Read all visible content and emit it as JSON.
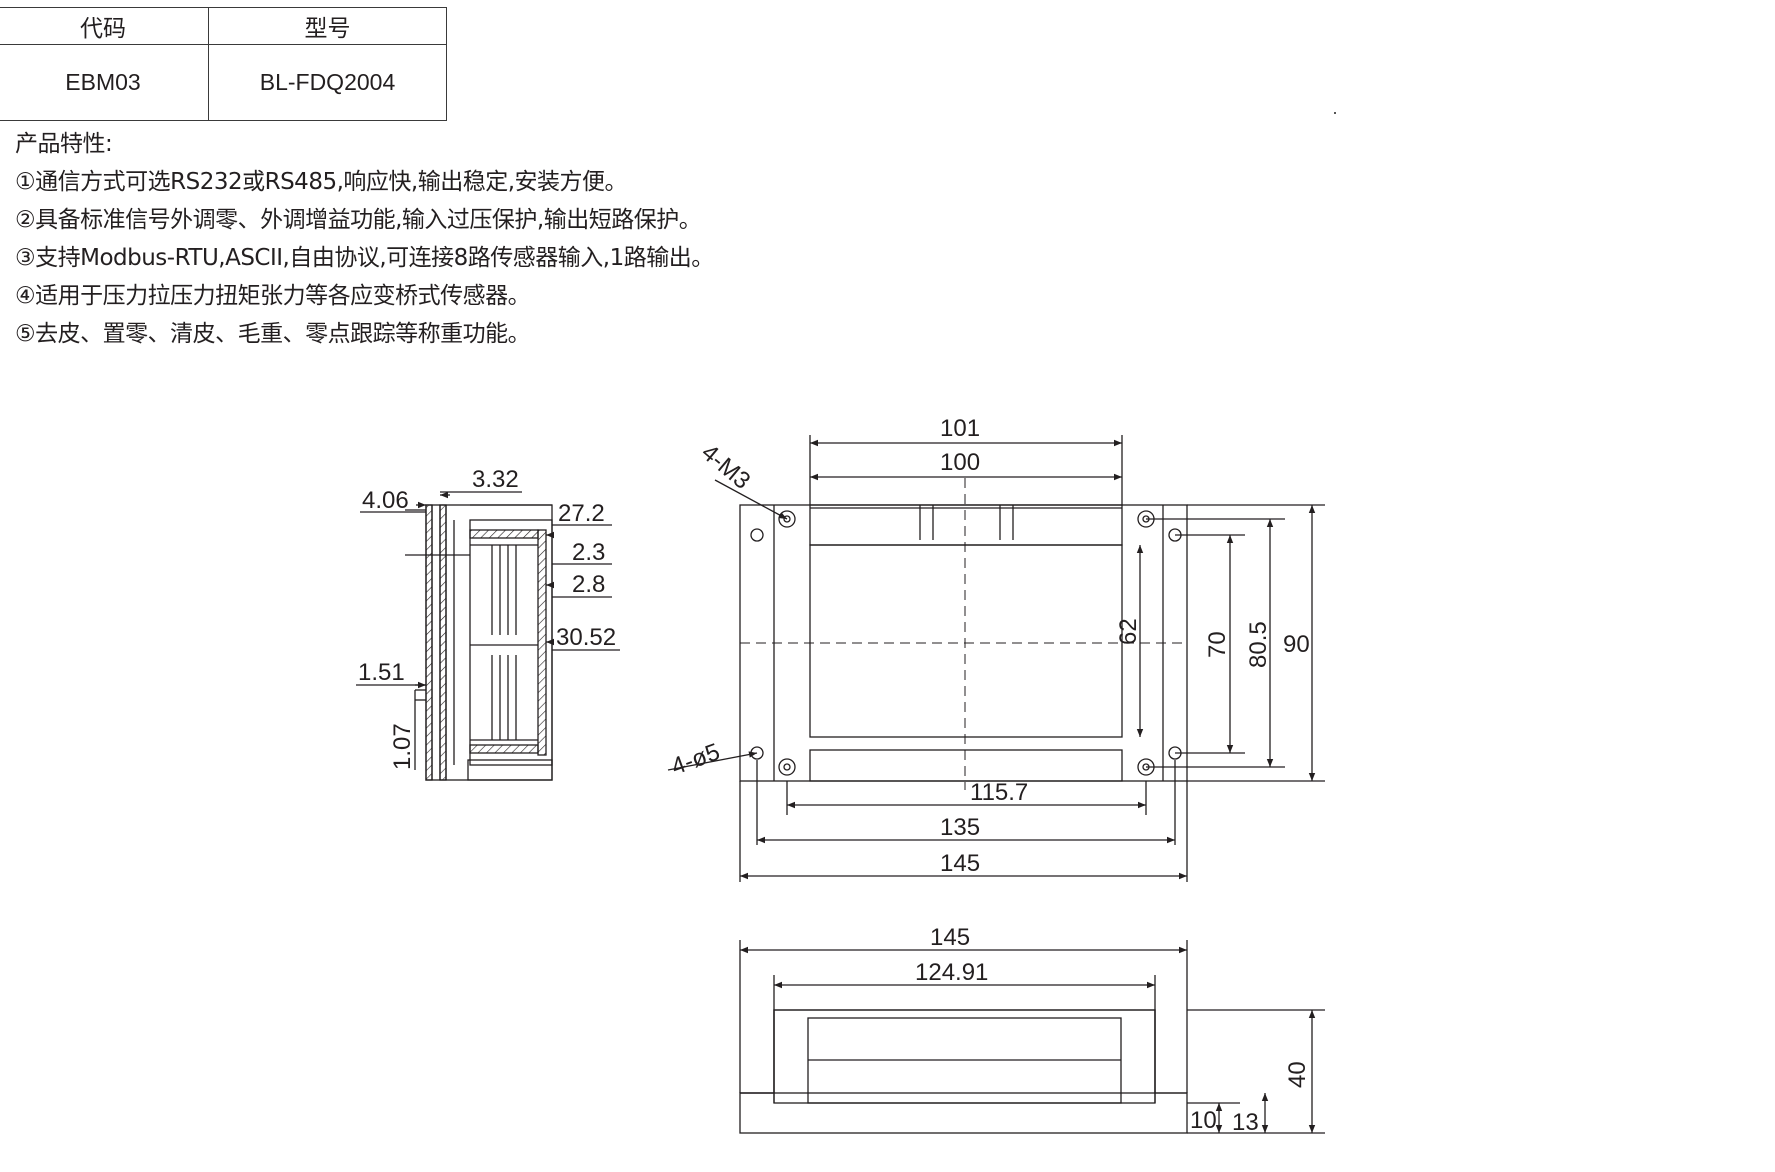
{
  "table": {
    "headers": [
      "代码",
      "型号"
    ],
    "rows": [
      [
        "EBM03",
        "BL-FDQ2004"
      ]
    ]
  },
  "features": {
    "title": "产品特性:",
    "items": [
      "①通信方式可选RS232或RS485,响应快,输出稳定,安装方便。",
      "②具备标准信号外调零、外调增益功能,输入过压保护,输出短路保护。",
      "③支持Modbus-RTU,ASCII,自由协议,可连接8路传感器输入,1路输出。",
      "④适用于压力拉压力扭矩张力等各应变桥式传感器。",
      "⑤去皮、置零、清皮、毛重、零点跟踪等称重功能。"
    ]
  },
  "side_view": {
    "dims": {
      "d406": "4.06",
      "d332": "3.32",
      "d272": "27.2",
      "d23": "2.3",
      "d28": "2.8",
      "d3052": "30.52",
      "d151": "1.51",
      "d107": "1.07"
    }
  },
  "top_view": {
    "dims": {
      "d101": "101",
      "d100": "100",
      "holes_m3": "4-M3",
      "holes_d5": "4-ø5",
      "d62": "62",
      "d70": "70",
      "d805": "80.5",
      "d90": "90",
      "d1157": "115.7",
      "d135": "135",
      "d145": "145"
    }
  },
  "front_view": {
    "dims": {
      "d145": "145",
      "d12491": "124.91",
      "d40": "40",
      "d10": "10",
      "d13": "13"
    }
  }
}
